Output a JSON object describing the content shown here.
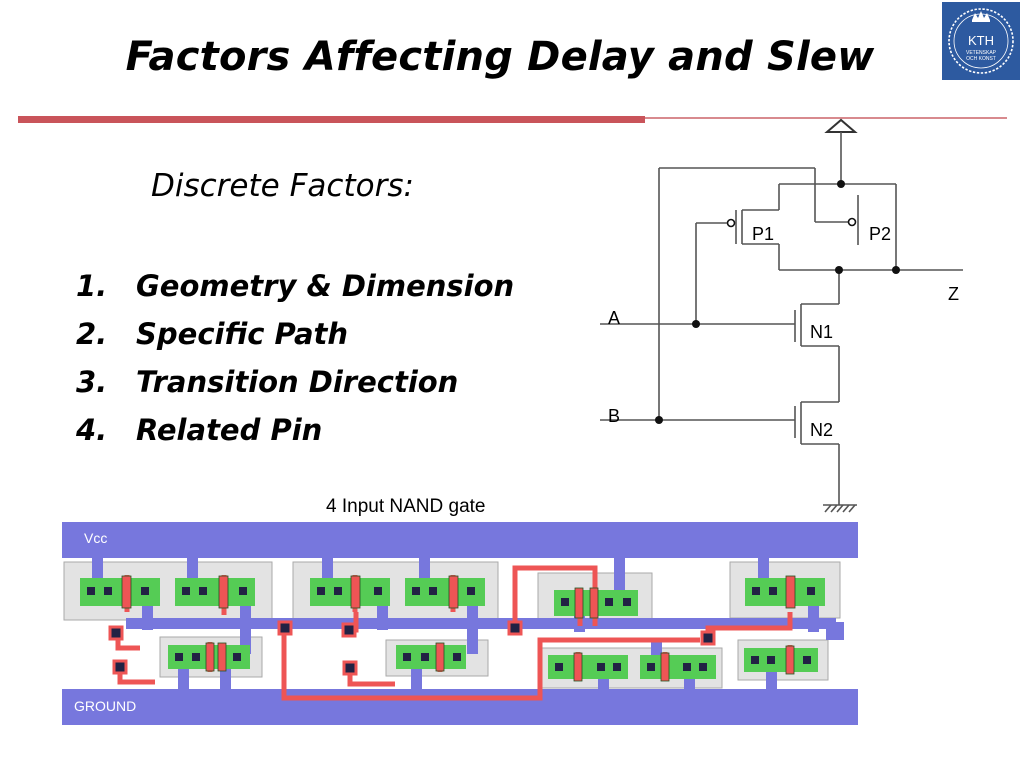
{
  "slide": {
    "title": "Factors Affecting Delay and Slew",
    "subheading": "Discrete Factors:",
    "factors": [
      {
        "num": "1.",
        "text": "Geometry & Dimension"
      },
      {
        "num": "2.",
        "text": "Specific Path"
      },
      {
        "num": "3.",
        "text": "Transition Direction"
      },
      {
        "num": "4.",
        "text": "Related Pin"
      }
    ],
    "layout_caption": "4 Input NAND gate"
  },
  "logo": {
    "text": "KTH",
    "subtext_1": "VETENSKAP",
    "subtext_2": "OCH KONST",
    "color": "#2d5aa0"
  },
  "schematic": {
    "transistors": {
      "p1": "P1",
      "p2": "P2",
      "n1": "N1",
      "n2": "N2"
    },
    "inputs": {
      "a": "A",
      "b": "B"
    },
    "output": "Z"
  },
  "layout": {
    "vcc_label": "Vcc",
    "ground_label": "GROUND",
    "colors": {
      "rail": "#7777dd",
      "poly": "#ee5555",
      "diffusion": "#55cc55",
      "contact": "#222244",
      "well": "#e0e0e0"
    }
  }
}
